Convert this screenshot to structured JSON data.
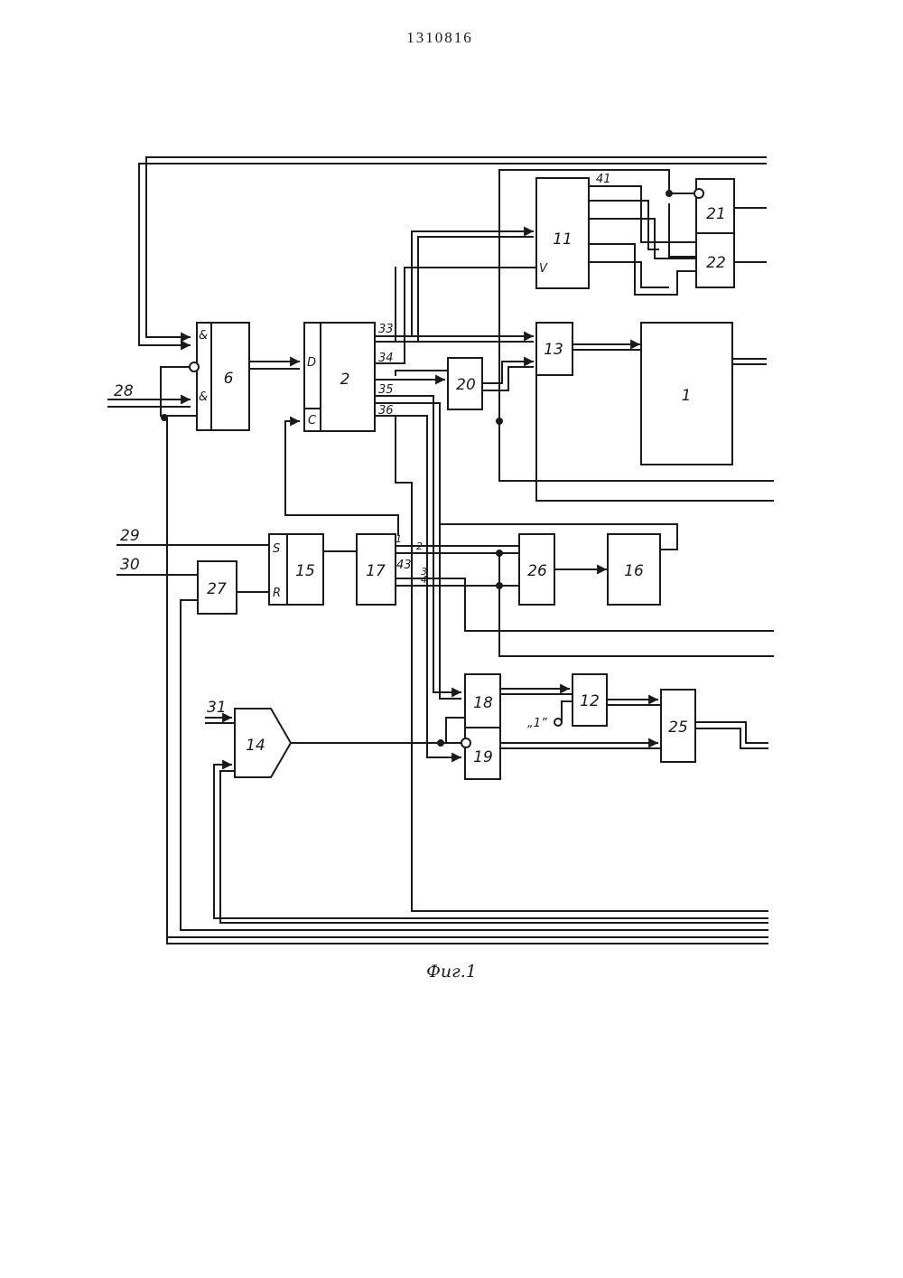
{
  "document": {
    "number": "1310816"
  },
  "figure": {
    "caption": "Фиг.1"
  },
  "blocks": {
    "b1": "1",
    "b2": "2",
    "b6": "6",
    "b11": "11",
    "b12": "12",
    "b13": "13",
    "b14": "14",
    "b15": "15",
    "b16": "16",
    "b17": "17",
    "b18": "18",
    "b19": "19",
    "b20": "20",
    "b21": "21",
    "b22": "22",
    "b25": "25",
    "b26": "26",
    "b27": "27"
  },
  "inputs": {
    "in28": "28",
    "in29": "29",
    "in30": "30",
    "in31": "31"
  },
  "pins": {
    "amp1": "&",
    "amp2": "&",
    "d": "D",
    "c": "C",
    "s": "S",
    "r": "R",
    "v": "V",
    "o33": "33",
    "o34": "34",
    "o35": "35",
    "o36": "36",
    "n41": "41",
    "n43": "43",
    "p1": "1",
    "p2": "2",
    "p3": "3",
    "p4": "4"
  },
  "constant_one": "„1”"
}
